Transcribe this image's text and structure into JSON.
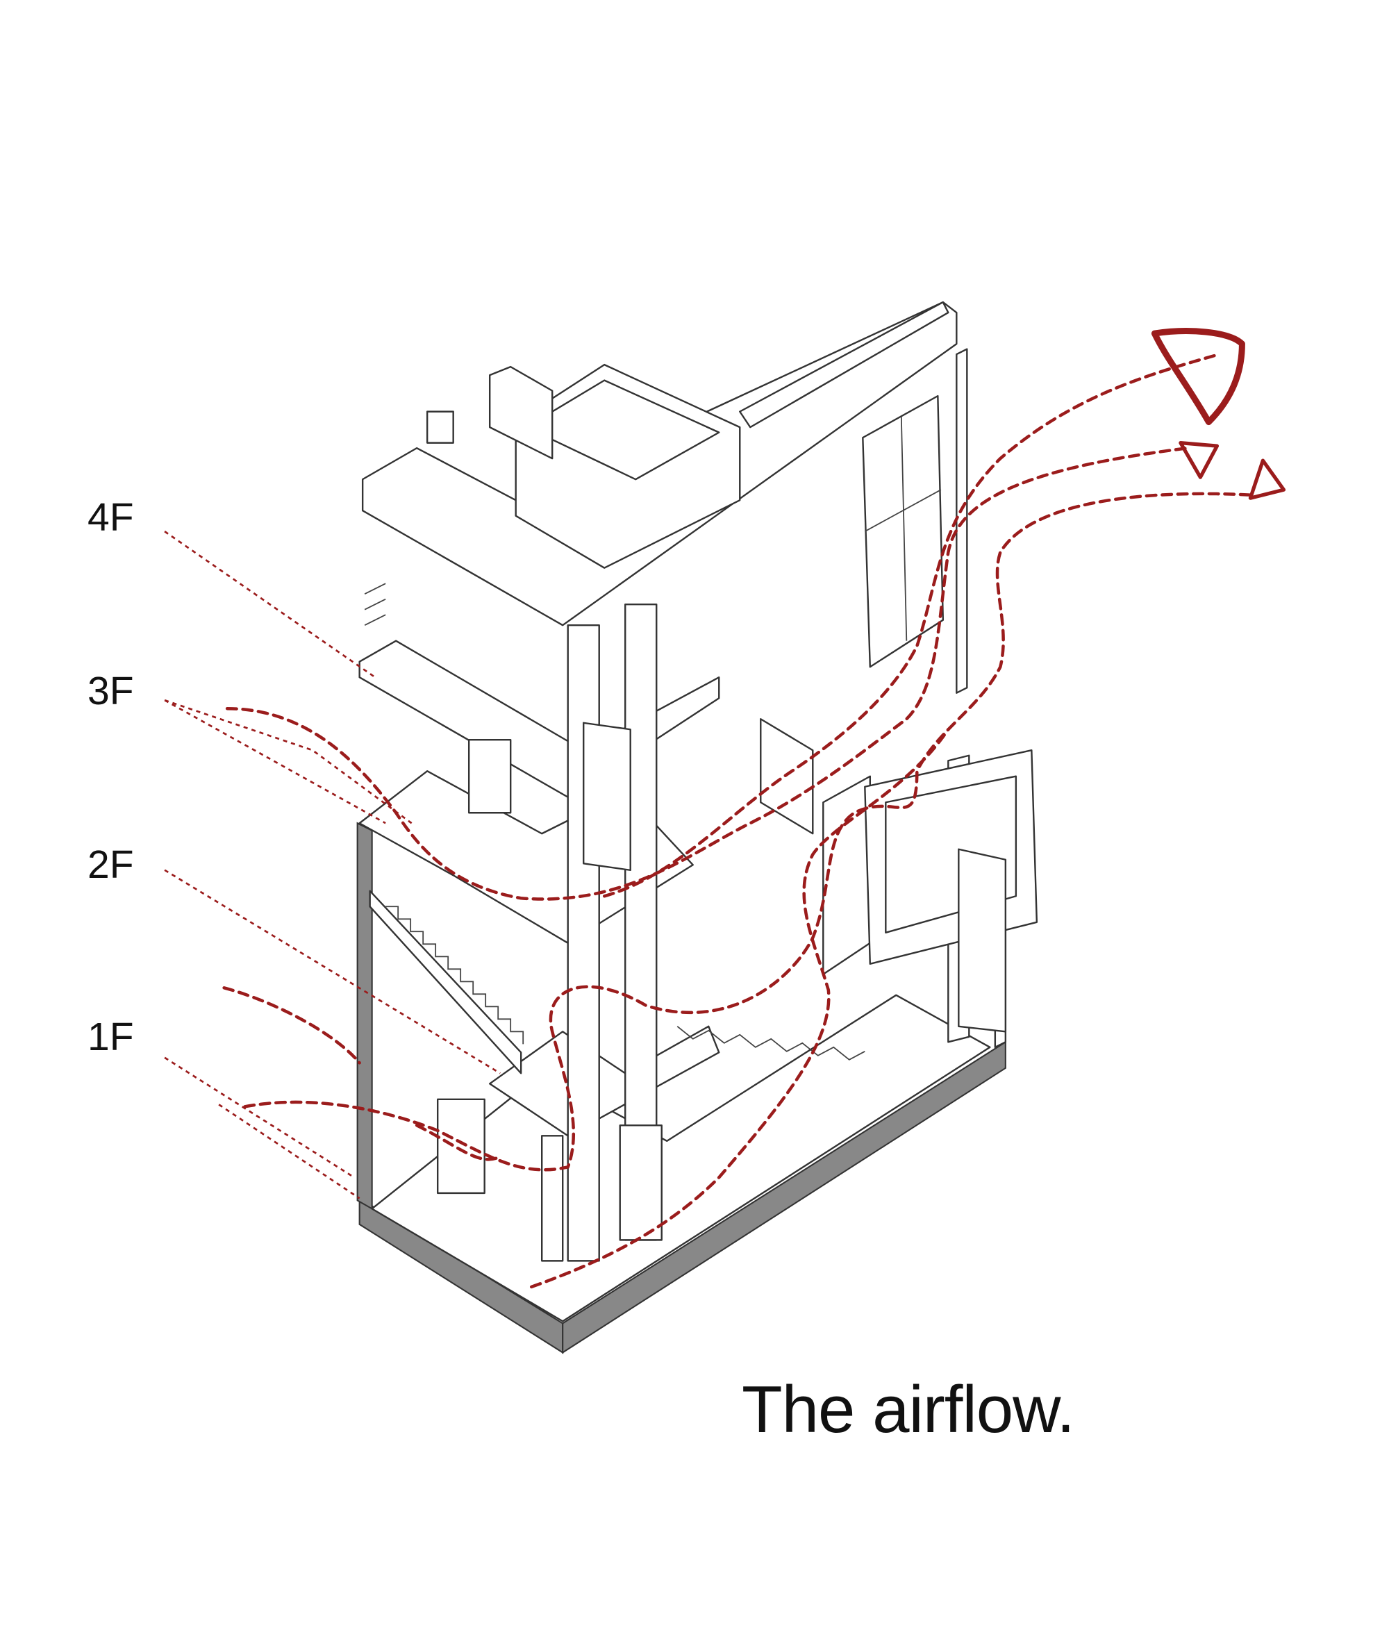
{
  "floors": {
    "f4": "4F",
    "f3": "3F",
    "f2": "2F",
    "f1": "1F"
  },
  "caption": "The airflow.",
  "colors": {
    "airflow": "#9b1c1c",
    "line": "#333333",
    "section_fill": "#888888"
  }
}
